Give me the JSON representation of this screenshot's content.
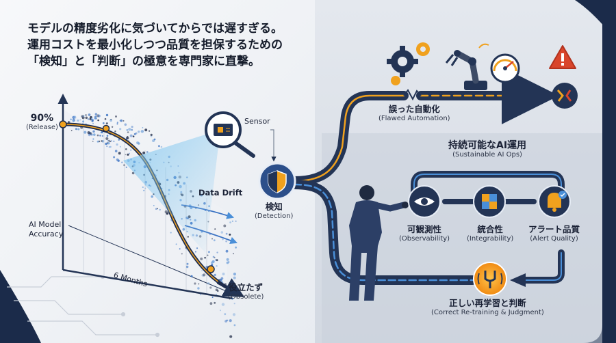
{
  "headline": [
    "モデルの精度劣化に気づいてからでは遅すぎる。",
    "運用コストを最小化しつつ品質を担保するための",
    "「検知」と「判断」の極意を専門家に直撃。"
  ],
  "chart": {
    "start_value": "90%",
    "start_note": "(Release)",
    "y_label_line1": "AI Model",
    "y_label_line2": "Accuracy",
    "x_label": "6 Months",
    "end_ja": "役立たず",
    "end_en": "(Obsolete)",
    "drift_label": "Data Drift",
    "sensor_label": "Sensor"
  },
  "detection": {
    "ja": "検知",
    "en": "(Detection)"
  },
  "flawed": {
    "ja": "誤った自動化",
    "en": "(Flawed Automation)"
  },
  "sustainable": {
    "ja": "持続可能なAI運用",
    "en": "(Sustainable AI Ops)"
  },
  "pillars": [
    {
      "ja": "可観測性",
      "en": "(Observability)",
      "icon": "eye-icon"
    },
    {
      "ja": "統合性",
      "en": "(Integrability)",
      "icon": "puzzle-icon"
    },
    {
      "ja": "アラート品質",
      "en": "(Alert Quality)",
      "icon": "bell-check-icon"
    }
  ],
  "outcome": {
    "ja": "正しい再学習と判断",
    "en": "(Correct Re-training & Judgment)"
  },
  "colors": {
    "navy": "#1b2b4a",
    "accent_orange": "#f0a11e",
    "pipe_dark": "#233455",
    "alert_red": "#d9452b",
    "badge_blue": "#2c4f8a"
  }
}
